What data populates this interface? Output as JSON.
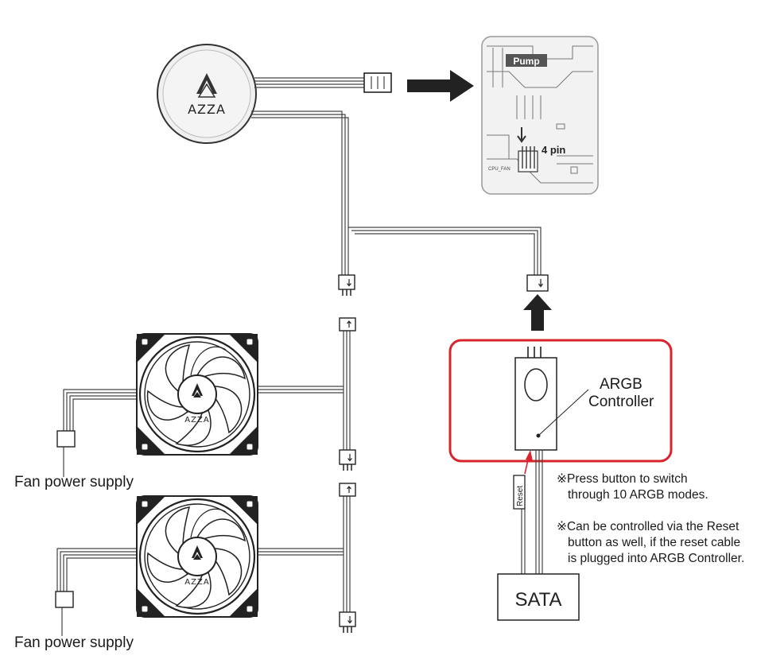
{
  "pump": {
    "brand": "AZZA"
  },
  "motherboard": {
    "pump_label": "Pump",
    "pin_label": "4 pin",
    "small_label": "CPU_FAN"
  },
  "fans": [
    {
      "brand": "AZZA",
      "power_label": "Fan power supply"
    },
    {
      "brand": "AZZA",
      "power_label": "Fan power supply"
    }
  ],
  "controller": {
    "label_line1": "ARGB",
    "label_line2": "Controller",
    "highlight_color": "#d9232d"
  },
  "reset_label": "Reset",
  "sata_label": "SATA",
  "notes": [
    {
      "line1": "※Press button to switch",
      "line2": "through 10 ARGB modes."
    },
    {
      "line1": "※Can be controlled via the Reset",
      "line2": "button as well, if the reset cable",
      "line3": "is plugged into ARGB Controller."
    }
  ]
}
